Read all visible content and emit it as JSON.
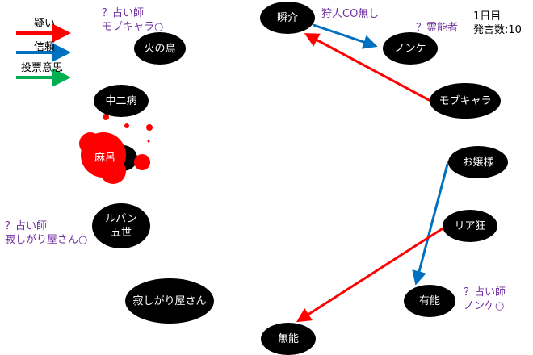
{
  "legend": {
    "suspicion": {
      "label": "疑い",
      "color": "#ff0000"
    },
    "trust": {
      "label": "信頼",
      "color": "#0070c0"
    },
    "vote": {
      "label": "投票意思",
      "color": "#00b050"
    }
  },
  "status": {
    "day": "1日目",
    "post_count": "発言数:10"
  },
  "nodes": {
    "hinotori": "火の鳥",
    "chuunibyou": "中二病",
    "maro": "麻呂",
    "lupin_line1": "ルパン",
    "lupin_line2": "五世",
    "sabishigariya": "寂しがり屋さん",
    "shunsuke": "瞬介",
    "nonke": "ノンケ",
    "mobkyara": "モブキャラ",
    "ojousama": "お嬢様",
    "riakyou": "リア狂",
    "yuunou": "有能",
    "munou": "無能"
  },
  "notes": {
    "mob_seer_line1": "？占い師",
    "mob_seer_line2": "モブキャラ○",
    "shunsuke_hunter": "狩人CO無し",
    "nonke_medium": "？霊能者",
    "lupin_seer_line1": "？占い師",
    "lupin_seer_line2": "寂しがり屋さん○",
    "yuunou_seer_line1": "？占い師",
    "yuunou_seer_line2": "ノンケ○"
  },
  "edges": [
    {
      "from": "shunsuke",
      "to": "nonke",
      "type": "trust"
    },
    {
      "from": "mobkyara",
      "to": "shunsuke",
      "type": "suspicion"
    },
    {
      "from": "ojousama",
      "to": "yuunou",
      "type": "trust"
    },
    {
      "from": "riakyou",
      "to": "munou",
      "type": "suspicion"
    }
  ]
}
